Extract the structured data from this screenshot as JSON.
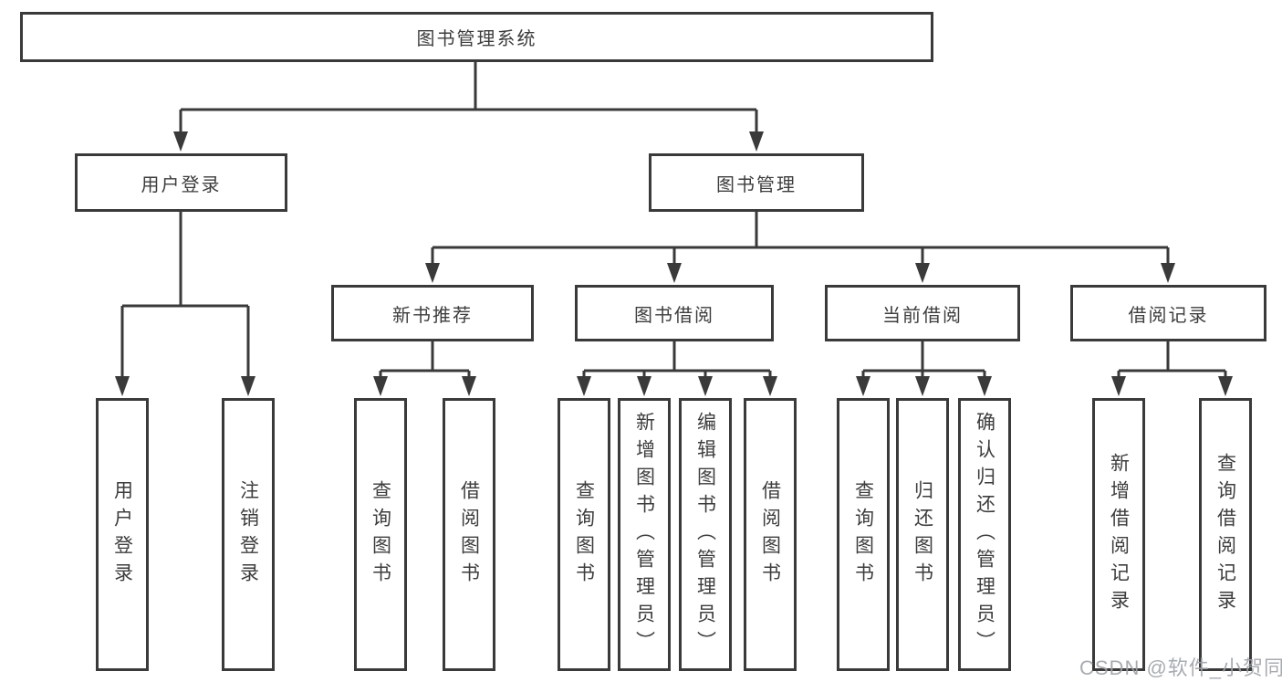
{
  "diagram": {
    "root": "图书管理系统",
    "branches": [
      {
        "label": "用户登录",
        "children": [
          {
            "label": "用户登录"
          },
          {
            "label": "注销登录"
          }
        ]
      },
      {
        "label": "图书管理",
        "children": [
          {
            "label": "新书推荐",
            "children": [
              "查询图书",
              "借阅图书"
            ]
          },
          {
            "label": "图书借阅",
            "children": [
              "查询图书",
              "新增图书（管理员）",
              "编辑图书（管理员）",
              "借阅图书"
            ]
          },
          {
            "label": "当前借阅",
            "children": [
              "查询图书",
              "归还图书",
              "确认归还（管理员）"
            ]
          },
          {
            "label": "借阅记录",
            "children": [
              "新增借阅记录",
              "查询借阅记录"
            ]
          }
        ]
      }
    ]
  },
  "watermark": "CSDN @软件_小贺同学",
  "colors": {
    "line": "#3a3a3a",
    "text": "#3d3d3d",
    "background": "#ffffff",
    "watermark": "#9ea3a8"
  }
}
